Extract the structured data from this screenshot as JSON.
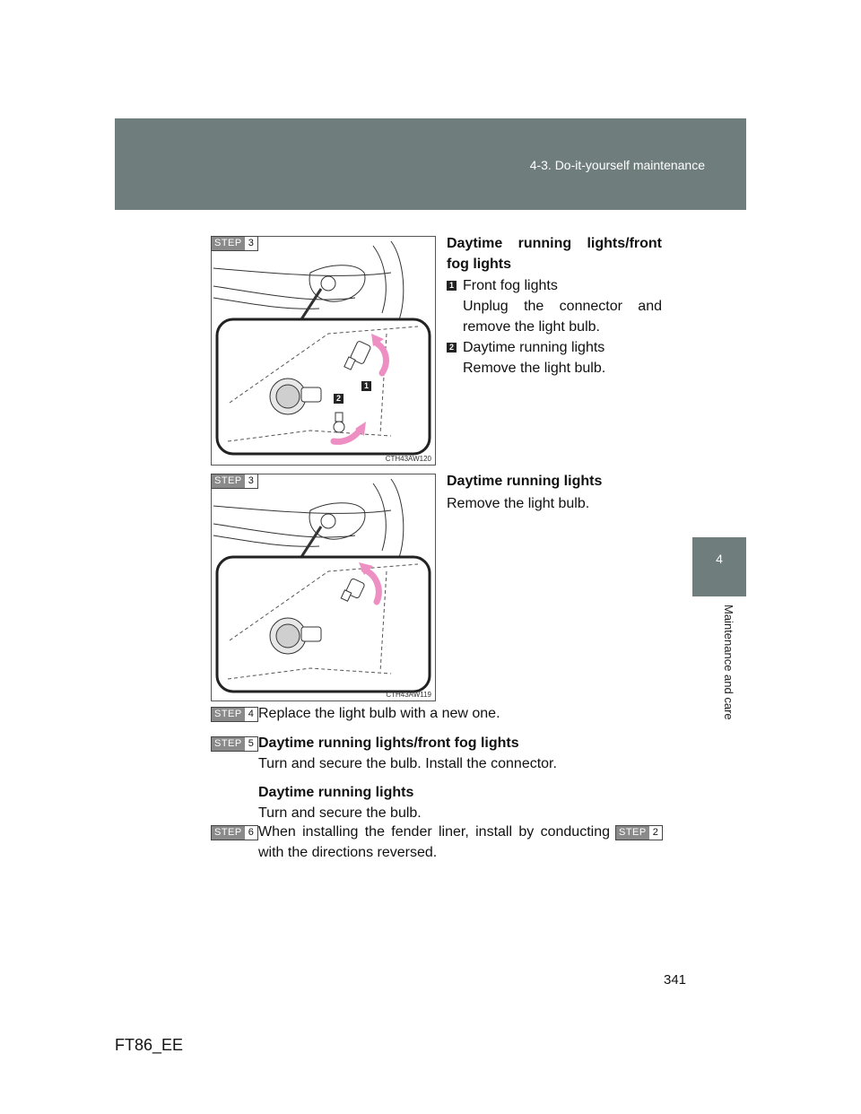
{
  "header": {
    "section": "4-3. Do-it-yourself maintenance"
  },
  "sidetab": {
    "number": "4",
    "label": "Maintenance and care"
  },
  "step_word": "STEP",
  "figure1": {
    "step": "3",
    "code": "CTH43AW120",
    "title_line1": "Daytime running lights/front",
    "title_line2": "fog lights",
    "item1": {
      "num": "1",
      "label": "Front fog lights",
      "desc_line1": "Unplug the connector and",
      "desc_line2": "remove the light bulb."
    },
    "item2": {
      "num": "2",
      "label": "Daytime running lights",
      "desc": "Remove the light bulb."
    }
  },
  "figure2": {
    "step": "3",
    "code": "CTH43AW119",
    "title": "Daytime running lights",
    "desc": "Remove the light bulb."
  },
  "step4": {
    "num": "4",
    "text": "Replace the light bulb with a new one."
  },
  "step5": {
    "num": "5",
    "title1": "Daytime running lights/front fog lights",
    "text1": "Turn and secure the bulb. Install the connector.",
    "title2": "Daytime running lights",
    "text2": "Turn and secure the bulb."
  },
  "step6": {
    "num": "6",
    "text_line1": "When installing the fender liner, install by conducting",
    "ref_num": "2",
    "text_line2": "with the directions reversed."
  },
  "footer": {
    "page": "341",
    "doc_id": "FT86_EE"
  },
  "colors": {
    "header_band": "#6f7d7c",
    "arrow": "#ee8fc4"
  }
}
